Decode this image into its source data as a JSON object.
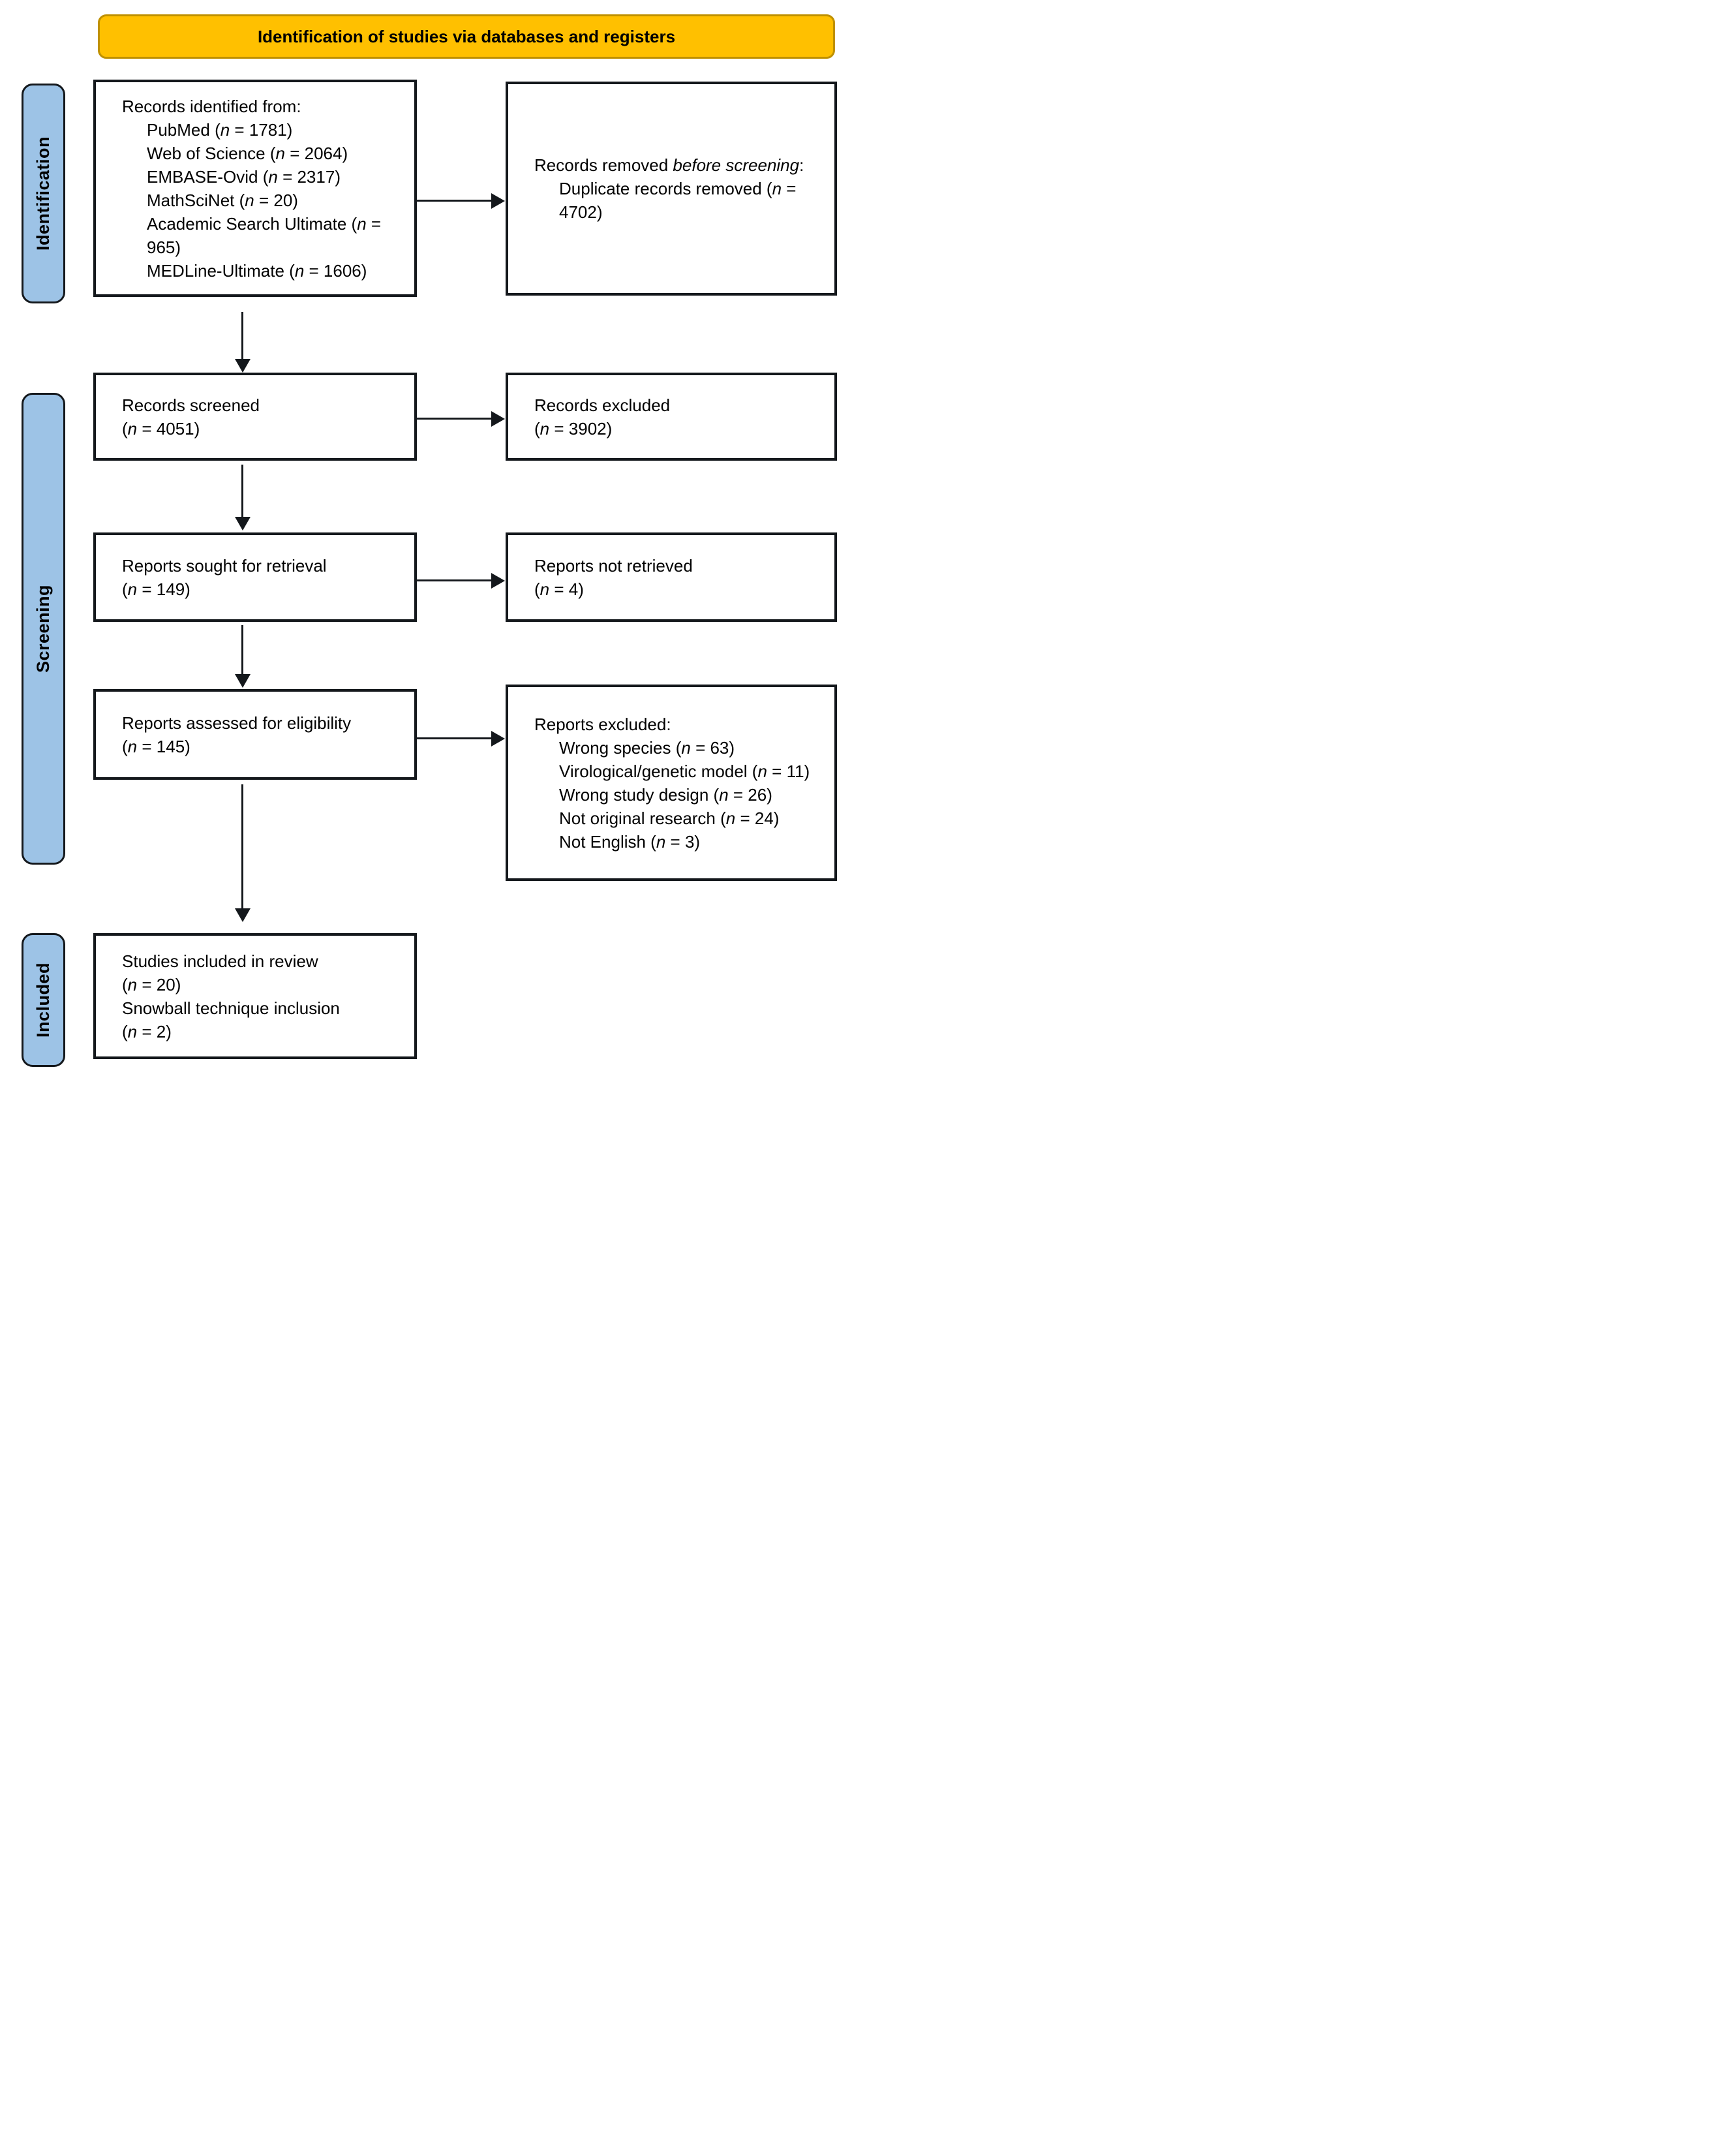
{
  "colors": {
    "banner_bg": "#FFC000",
    "banner_border": "#BF9000",
    "stage_bg": "#9DC3E6",
    "line_color": "#14181c"
  },
  "banner": {
    "label": "Identification of studies via databases and registers"
  },
  "stages": {
    "identification": "Identification",
    "screening": "Screening",
    "included": "Included"
  },
  "boxes": {
    "identified": {
      "lines": [
        {
          "pre": "Records identified from:"
        },
        {
          "pre": "PubMed (",
          "it": "n",
          "post": " = 1781)",
          "indent": true
        },
        {
          "pre": "Web of Science (",
          "it": "n",
          "post": " = 2064)",
          "indent": true
        },
        {
          "pre": "EMBASE-Ovid (",
          "it": "n",
          "post": " = 2317)",
          "indent": true
        },
        {
          "pre": "MathSciNet (",
          "it": "n",
          "post": " = 20)",
          "indent": true
        },
        {
          "pre": "Academic Search Ultimate (",
          "it": "n",
          "post": " = 965)",
          "indent": true
        },
        {
          "pre": "MEDLine-Ultimate (",
          "it": "n",
          "post": " = 1606)",
          "indent": true
        }
      ]
    },
    "removed": {
      "lines": [
        {
          "pre": "Records removed ",
          "it": "before screening",
          "post": ":"
        },
        {
          "pre": "Duplicate records removed (",
          "it": "n",
          "post": " = 4702)",
          "indent": true
        }
      ]
    },
    "screened": {
      "lines": [
        {
          "pre": "Records screened"
        },
        {
          "pre": "(",
          "it": "n",
          "post": " = 4051)"
        }
      ]
    },
    "excluded_records": {
      "lines": [
        {
          "pre": "Records excluded"
        },
        {
          "pre": "(",
          "it": "n",
          "post": " = 3902)"
        }
      ]
    },
    "sought": {
      "lines": [
        {
          "pre": "Reports sought for retrieval"
        },
        {
          "pre": "(",
          "it": "n",
          "post": " = 149)"
        }
      ]
    },
    "not_retrieved": {
      "lines": [
        {
          "pre": "Reports not retrieved"
        },
        {
          "pre": "(",
          "it": "n",
          "post": " = 4)"
        }
      ]
    },
    "assessed": {
      "lines": [
        {
          "pre": "Reports assessed for eligibility"
        },
        {
          "pre": "(",
          "it": "n",
          "post": " = 145)"
        }
      ]
    },
    "excluded_reports": {
      "lines": [
        {
          "pre": "Reports excluded:"
        },
        {
          "pre": "Wrong species (",
          "it": "n",
          "post": " = 63)",
          "indent": true
        },
        {
          "pre": "Virological/genetic model (",
          "it": "n",
          "post": " = 11)",
          "indent": true
        },
        {
          "pre": "Wrong study design (",
          "it": "n",
          "post": " = 26)",
          "indent": true
        },
        {
          "pre": "Not original research (",
          "it": "n",
          "post": " = 24)",
          "indent": true
        },
        {
          "pre": "Not English (",
          "it": "n",
          "post": " = 3)",
          "indent": true
        }
      ]
    },
    "included_studies": {
      "lines": [
        {
          "pre": "Studies included in review"
        },
        {
          "pre": "(",
          "it": "n",
          "post": " = 20)"
        },
        {
          "pre": "Snowball technique inclusion"
        },
        {
          "pre": "(",
          "it": "n",
          "post": " = 2)"
        }
      ]
    }
  }
}
